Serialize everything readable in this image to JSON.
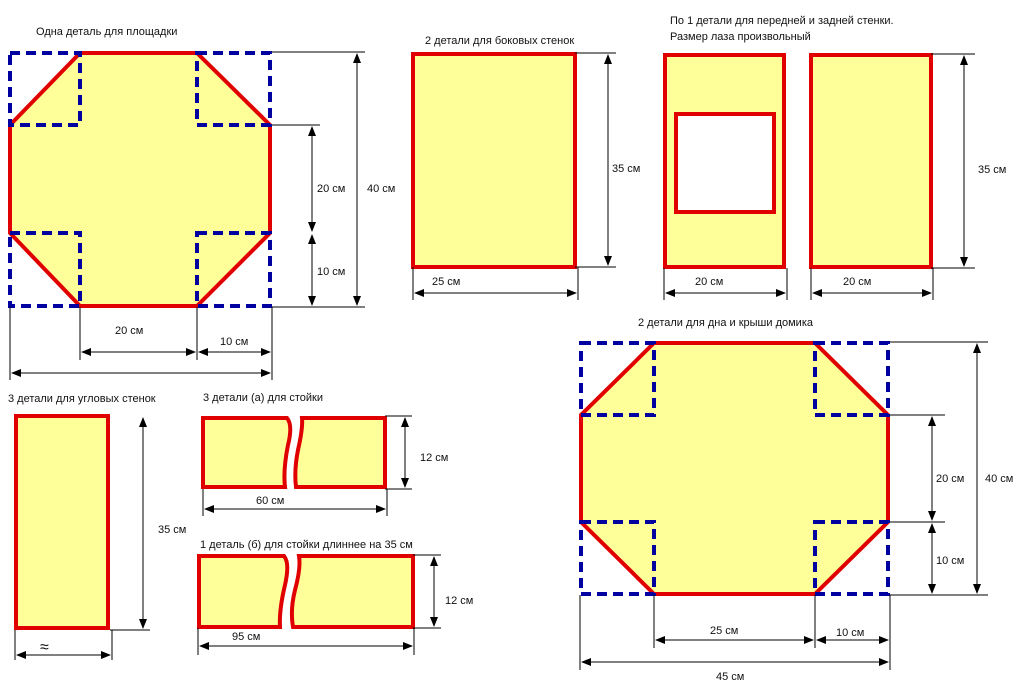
{
  "colors": {
    "part_fill": "#ffff99",
    "outline": "#e00000",
    "cut_lines": "#0000a0"
  },
  "platform": {
    "title": "Одна деталь для площадки",
    "dim_40": "40 см",
    "dim_20v": "20 см",
    "dim_10v": "10 см",
    "dim_20h": "20 см",
    "dim_10h": "10 см"
  },
  "side_walls": {
    "title": "2 детали для боковых стенок",
    "dim_h": "35 см",
    "dim_w": "25 см"
  },
  "front_back": {
    "title_line1": "По 1 детали для передней и задней стенки.",
    "title_line2": "Размер лаза произвольный",
    "dim_h": "35 см",
    "dim_w1": "20 см",
    "dim_w2": "20 см"
  },
  "floor_roof": {
    "title": "2 детали для дна и крыши домика",
    "dim_40": "40 см",
    "dim_20v": "20 см",
    "dim_10v": "10 см",
    "dim_25h": "25 см",
    "dim_10h": "10 см",
    "dim_45": "45 см"
  },
  "corner_walls": {
    "title": "3 детали для угловых стенок",
    "dim_h": "35 см",
    "dim_w": "≈"
  },
  "stand_a": {
    "title": "3 детали (а) для стойки",
    "dim_h": "12 см",
    "dim_w": "60 см"
  },
  "stand_b": {
    "title": "1 деталь (б) для стойки длиннее на 35 см",
    "dim_h": "12 см",
    "dim_w": "95 см"
  }
}
